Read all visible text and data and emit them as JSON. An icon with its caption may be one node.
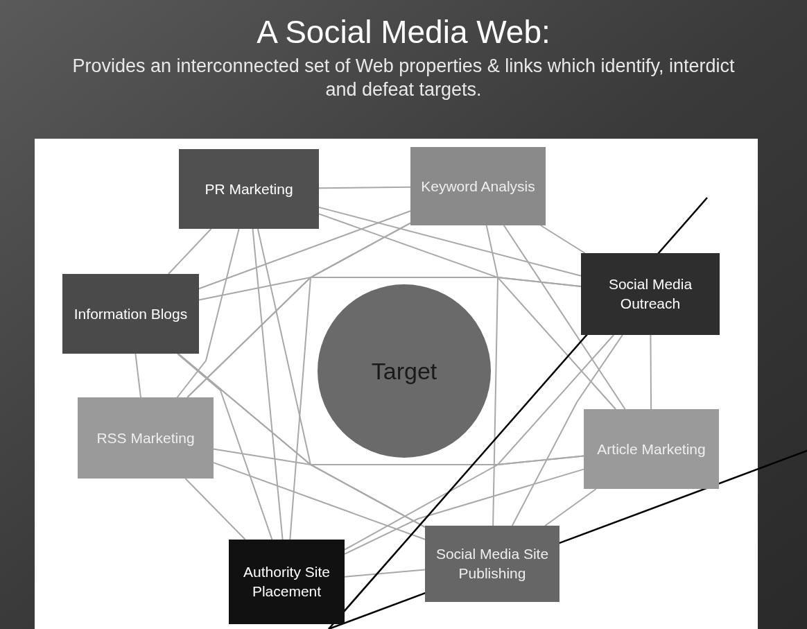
{
  "diagram": {
    "title": "A Social Media Web:",
    "caption": "Provides an interconnected set of Web properties & links which identify, interdict and defeat targets.",
    "nodes": [
      {
        "text": [
          "PR Marketing"
        ]
      },
      {
        "text": [
          "Keyword Analysis"
        ]
      },
      {
        "text": [
          "Social Media Outreach"
        ]
      },
      {
        "text": [
          "Information Blogs"
        ]
      },
      {
        "text": [
          "Target"
        ]
      },
      {
        "text": [
          "RSS Marketing"
        ]
      },
      {
        "text": [
          "Article Marketing"
        ]
      },
      {
        "text": [
          "Authority Site Placement"
        ]
      },
      {
        "text": [
          "Social Media Site Publishing"
        ]
      }
    ],
    "edges": [
      {
        "from": 0,
        "to": 1,
        "arrow": "none"
      },
      {
        "from": 0,
        "to": 2,
        "arrow": "none"
      },
      {
        "from": 0,
        "to": 3,
        "arrow": "none"
      },
      {
        "from": 0,
        "to": 5,
        "arrow": "none"
      },
      {
        "from": 0,
        "to": 6,
        "arrow": "none"
      },
      {
        "from": 0,
        "to": 7,
        "arrow": "none"
      },
      {
        "from": 0,
        "to": 8,
        "arrow": "none"
      },
      {
        "from": 1,
        "to": 2,
        "arrow": "none"
      },
      {
        "from": 1,
        "to": 3,
        "arrow": "none"
      },
      {
        "from": 1,
        "to": 5,
        "arrow": "none"
      },
      {
        "from": 1,
        "to": 6,
        "arrow": "none"
      },
      {
        "from": 1,
        "to": 7,
        "arrow": "none"
      },
      {
        "from": 1,
        "to": 8,
        "arrow": "none"
      },
      {
        "from": 2,
        "to": 3,
        "arrow": "none"
      },
      {
        "from": 2,
        "to": 5,
        "arrow": "none"
      },
      {
        "from": 2,
        "to": 6,
        "arrow": "none"
      },
      {
        "from": 2,
        "to": 7,
        "arrow": "none"
      },
      {
        "from": 2,
        "to": 8,
        "arrow": "none"
      },
      {
        "from": 3,
        "to": 5,
        "arrow": "none"
      },
      {
        "from": 3,
        "to": 6,
        "arrow": "none"
      },
      {
        "from": 3,
        "to": 7,
        "arrow": "none"
      },
      {
        "from": 3,
        "to": 8,
        "arrow": "none"
      },
      {
        "from": 5,
        "to": 6,
        "arrow": "none"
      },
      {
        "from": 5,
        "to": 7,
        "arrow": "none"
      },
      {
        "from": 5,
        "to": 8,
        "arrow": "none"
      },
      {
        "from": 6,
        "to": 7,
        "arrow": "none"
      },
      {
        "from": 6,
        "to": 8,
        "arrow": "none"
      },
      {
        "from": 7,
        "to": 8,
        "arrow": "none"
      }
    ]
  }
}
